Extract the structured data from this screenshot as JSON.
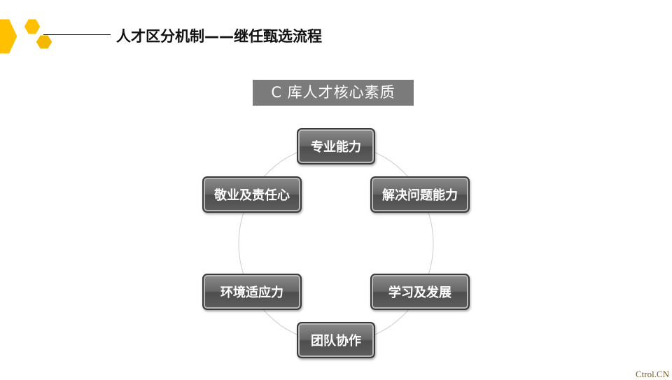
{
  "header": {
    "title": "人才区分机制——继任甄选流程"
  },
  "subtitle": "C 库人才核心素质",
  "cycle": {
    "nodes": [
      {
        "label": "专业能力"
      },
      {
        "label": "解决问题能力"
      },
      {
        "label": "学习及发展"
      },
      {
        "label": "团队协作"
      },
      {
        "label": "环境适应力"
      },
      {
        "label": "敬业及责任心"
      }
    ]
  },
  "watermark": "Ctrol.CN",
  "colors": {
    "hex_primary": "#FFC000",
    "hex_secondary": "#F5B800",
    "node_fill": "#666666",
    "subtitle_fill": "#7B7B7B"
  }
}
